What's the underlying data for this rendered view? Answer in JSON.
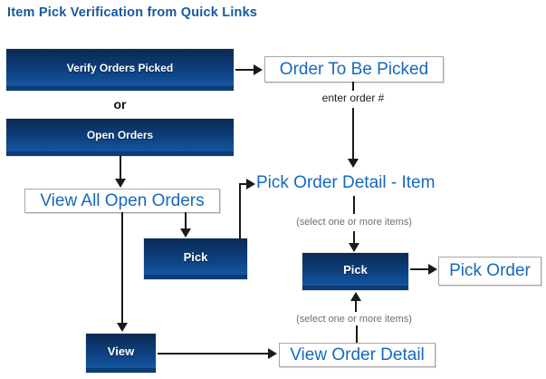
{
  "title": "Item Pick Verification from Quick Links",
  "buttons": {
    "verify_orders_picked": "Verify Orders Picked",
    "open_orders": "Open Orders",
    "pick_left": "Pick",
    "pick_right": "Pick",
    "view": "View"
  },
  "screens": {
    "order_to_be_picked": "Order To Be Picked",
    "view_all_open_orders": "View All Open Orders",
    "pick_order_detail_item": "Pick Order Detail - Item",
    "pick_order": "Pick Order",
    "view_order_detail": "View Order Detail"
  },
  "annotations": {
    "or": "or",
    "enter_order_number": "enter order #",
    "select_items_top": "(select one or more items)",
    "select_items_bottom": "(select one or more items)"
  },
  "colors": {
    "title_blue": "#155AA0",
    "link_blue": "#1668BE",
    "button_gradient_top": "#0A2A52",
    "button_gradient_bottom": "#1356A0",
    "button_bottom_band": "#0B3C74",
    "box_border": "#A6A6A6",
    "annotation_gray": "#6F6F6F",
    "arrow_black": "#1A1A1A"
  }
}
